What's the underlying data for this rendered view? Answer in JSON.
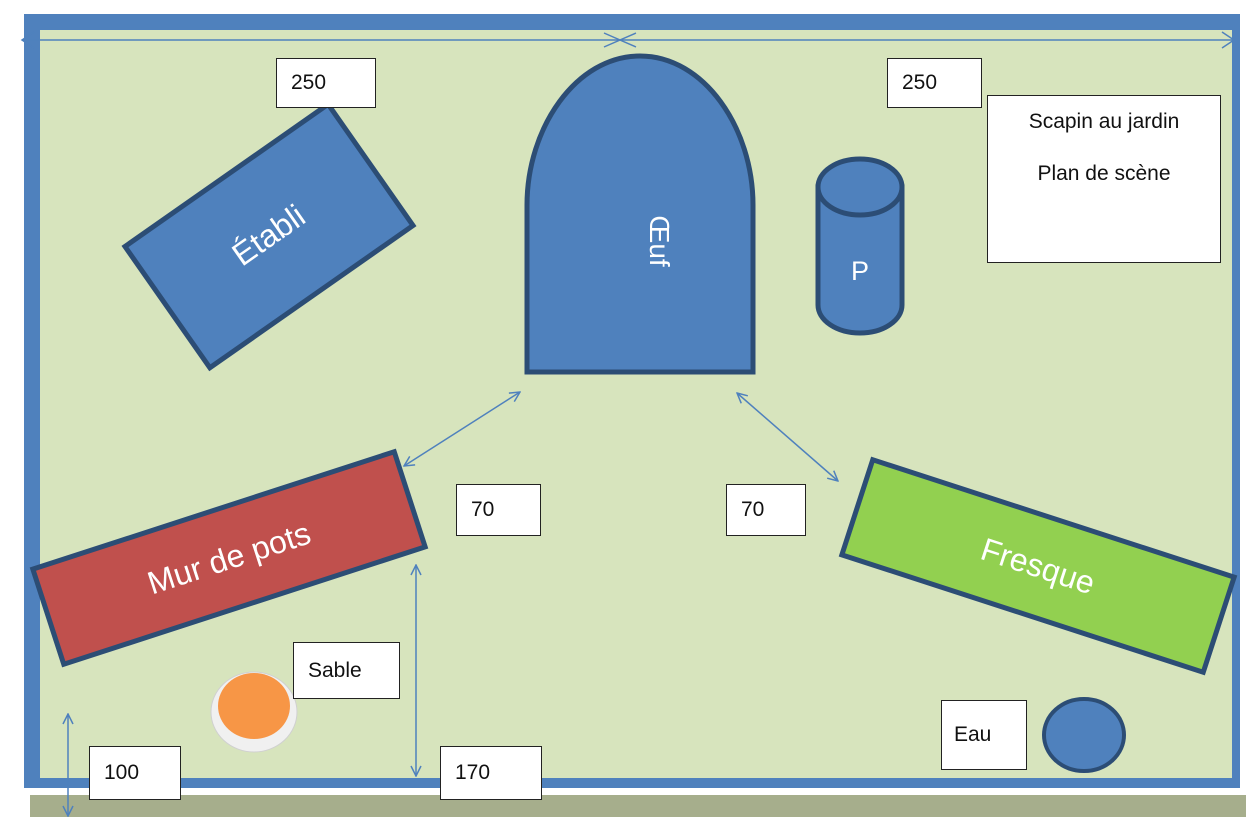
{
  "plan": {
    "title": "Scapin au jardin",
    "subtitle": "Plan de scène"
  },
  "elements": {
    "etabli": "Établi",
    "oeuf": "Œuf",
    "p": "P",
    "mur_de_pots": "Mur de pots",
    "fresque": "Fresque",
    "sable": "Sable",
    "eau": "Eau"
  },
  "dimensions": {
    "top_left": "250",
    "top_right": "250",
    "mid_left": "70",
    "mid_right": "70",
    "bottom_left": "100",
    "bottom_center": "170"
  },
  "colors": {
    "stage_floor": "#d7e4bd",
    "border_blue": "#4f81bd",
    "prop_blue": "#4f81bd",
    "prop_stroke": "#2c4d75",
    "mur_red": "#c0504d",
    "fresque_green": "#92d050",
    "sable_orange": "#f79646",
    "arrow_blue": "#4f81bd"
  }
}
